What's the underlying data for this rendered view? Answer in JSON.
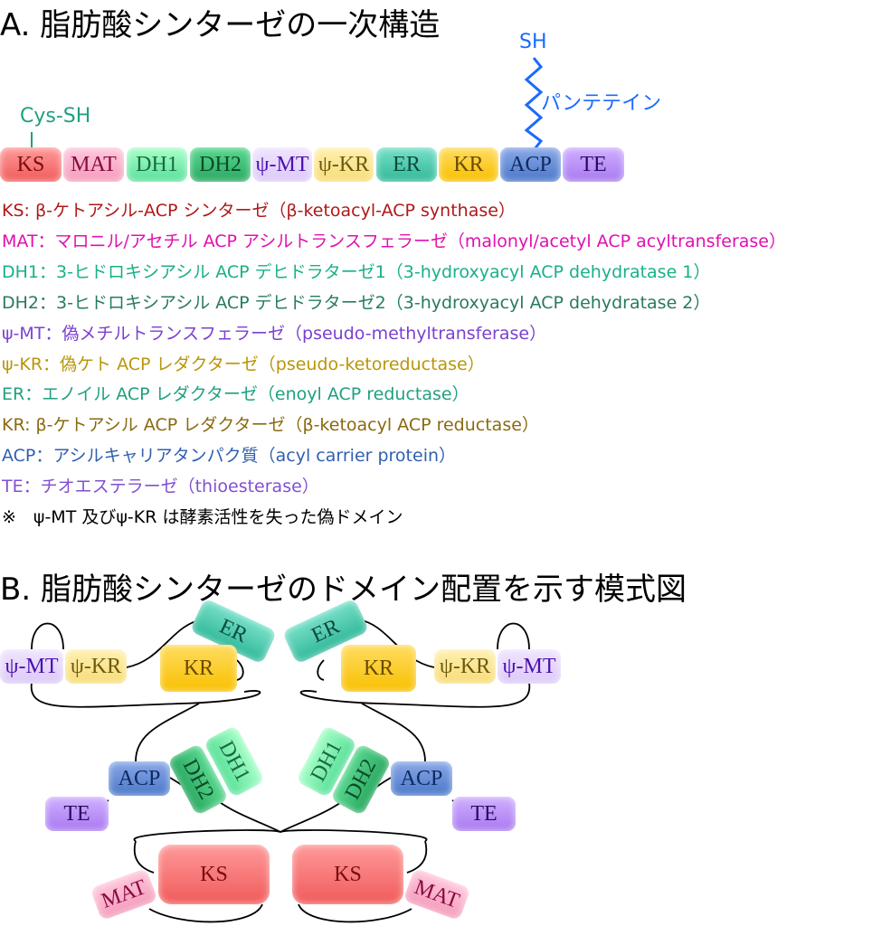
{
  "section_a": {
    "title": "A. 脂肪酸シンターゼの一次構造",
    "sh_label": "SH",
    "pantetheine_label": "パンテテイン",
    "cys_label": "Cys-SH",
    "domains": [
      "KS",
      "MAT",
      "DH1",
      "DH2",
      "ψ-MT",
      "ψ-KR",
      "ER",
      "KR",
      "ACP",
      "TE"
    ],
    "legend": [
      {
        "text": "KS: β-ケトアシル-ACP シンターゼ（β-ketoacyl-ACP synthase）",
        "color": "#b01818"
      },
      {
        "text": "MAT：マロニル/アセチル ACP アシルトランスフェラーゼ（malonyl/acetyl ACP acyltransferase）",
        "color": "#e010b0"
      },
      {
        "text": "DH1：3-ヒドロキシアシル ACP デヒドラターゼ1（3-hydroxyacyl ACP dehydratase 1）",
        "color": "#18b088"
      },
      {
        "text": "DH2：3-ヒドロキシアシル ACP デヒドラターゼ2（3-hydroxyacyl ACP dehydratase 2）",
        "color": "#287a60"
      },
      {
        "text": "ψ-MT：偽メチルトランスフェラーゼ（pseudo-methyltransferase）",
        "color": "#7a40d0"
      },
      {
        "text": "ψ-KR：偽ケト ACP レダクターゼ（pseudo-ketoreductase）",
        "color": "#b8960a"
      },
      {
        "text": "ER：エノイル ACP レダクターゼ（enoyl ACP reductase）",
        "color": "#20a080"
      },
      {
        "text": "KR: β-ケトアシル ACP レダクターゼ（β-ketoacyl ACP reductase）",
        "color": "#8a6a10"
      },
      {
        "text": "ACP：アシルキャリアタンパク質（acyl carrier protein）",
        "color": "#3060b0"
      },
      {
        "text": "TE：チオエステラーゼ（thioesterase）",
        "color": "#8050d0"
      },
      {
        "text": "※　ψ-MT 及びψ-KR は酵素活性を失った偽ドメイン",
        "color": "#000000"
      }
    ]
  },
  "section_b": {
    "title": "B. 脂肪酸シンターゼのドメイン配置を示す模式図"
  },
  "colors": {
    "sh": "#1a6aff",
    "cys": "#20a080"
  }
}
